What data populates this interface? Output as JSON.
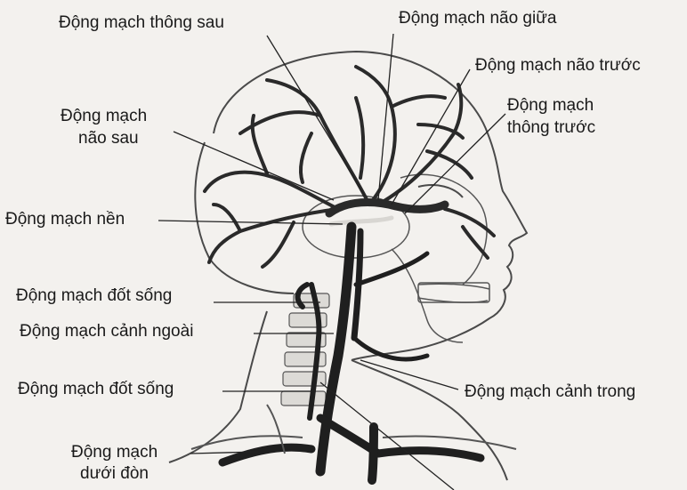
{
  "diagram": {
    "labels": {
      "posterior_communicating": "Động mạch thông sau",
      "middle_cerebral": "Động mạch não giữa",
      "anterior_cerebral": "Động mạch não trước",
      "anterior_communicating_line1": "Động mạch",
      "anterior_communicating_line2": "thông trước",
      "posterior_cerebral_line1": "Động mạch",
      "posterior_cerebral_line2": "não sau",
      "basilar": "Động mạch nền",
      "vertebral_upper": "Động mạch đốt sống",
      "external_carotid": "Động mạch cảnh ngoài",
      "internal_carotid": "Động mạch cảnh trong",
      "vertebral_lower": "Động mạch đốt sống",
      "subclavian_line1": "Động mạch",
      "subclavian_line2": "dưới đòn"
    },
    "colors": {
      "background": "#f3f1ee",
      "ink": "#1a1a1a",
      "vessel": "#2a2a2a",
      "outline": "#4a4a4a"
    }
  }
}
